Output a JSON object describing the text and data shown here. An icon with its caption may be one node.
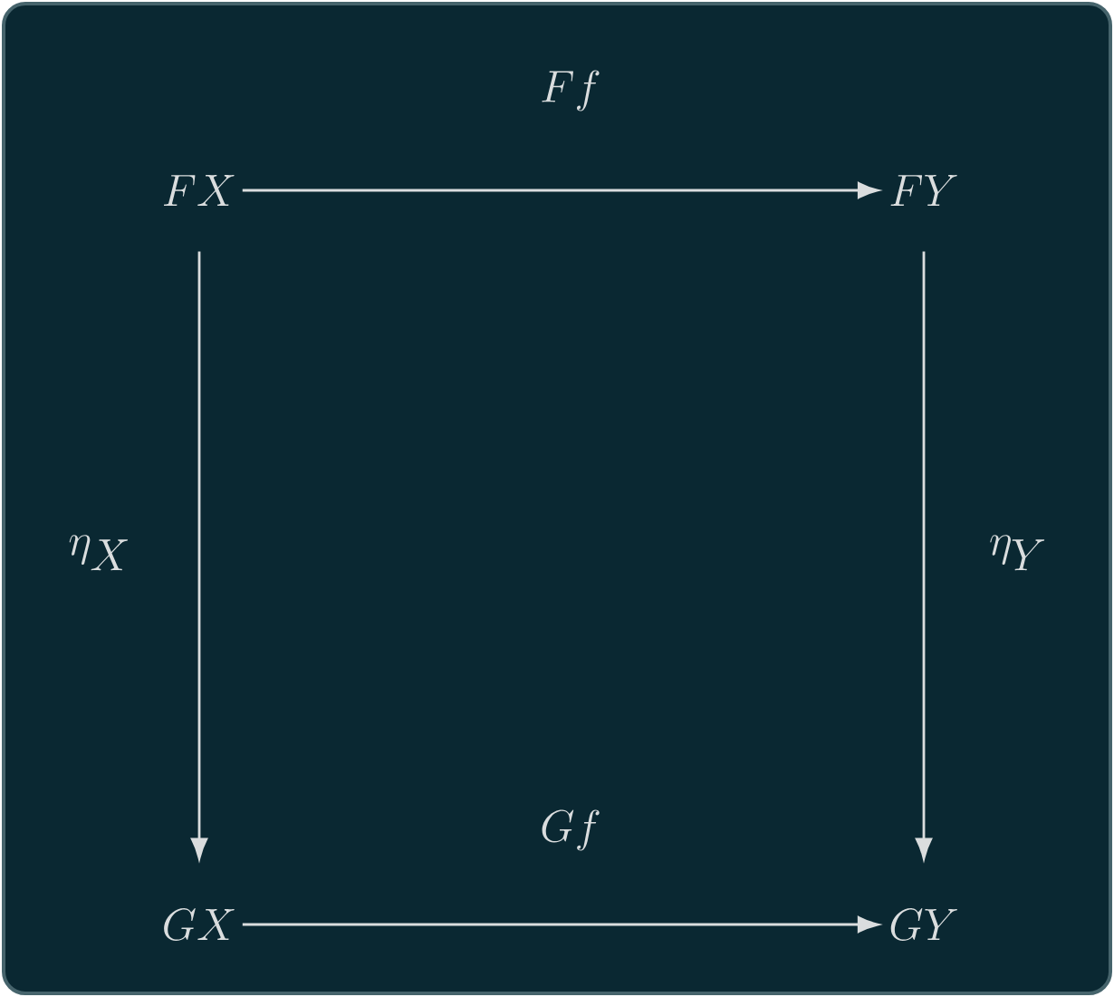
{
  "diagram": {
    "nodes": [
      {
        "text": [
          "FX"
        ]
      },
      {
        "text": [
          "FY"
        ]
      },
      {
        "text": [
          "GX"
        ]
      },
      {
        "text": [
          "GY"
        ]
      }
    ],
    "edges": [
      {
        "from": 0,
        "to": 1,
        "arrow": "to",
        "label": "Ff"
      },
      {
        "from": 0,
        "to": 2,
        "arrow": "to",
        "label": "\\eta_X"
      },
      {
        "from": 1,
        "to": 3,
        "arrow": "to",
        "label": "\\eta_Y"
      },
      {
        "from": 2,
        "to": 3,
        "arrow": "to",
        "label": "Gf"
      }
    ]
  }
}
